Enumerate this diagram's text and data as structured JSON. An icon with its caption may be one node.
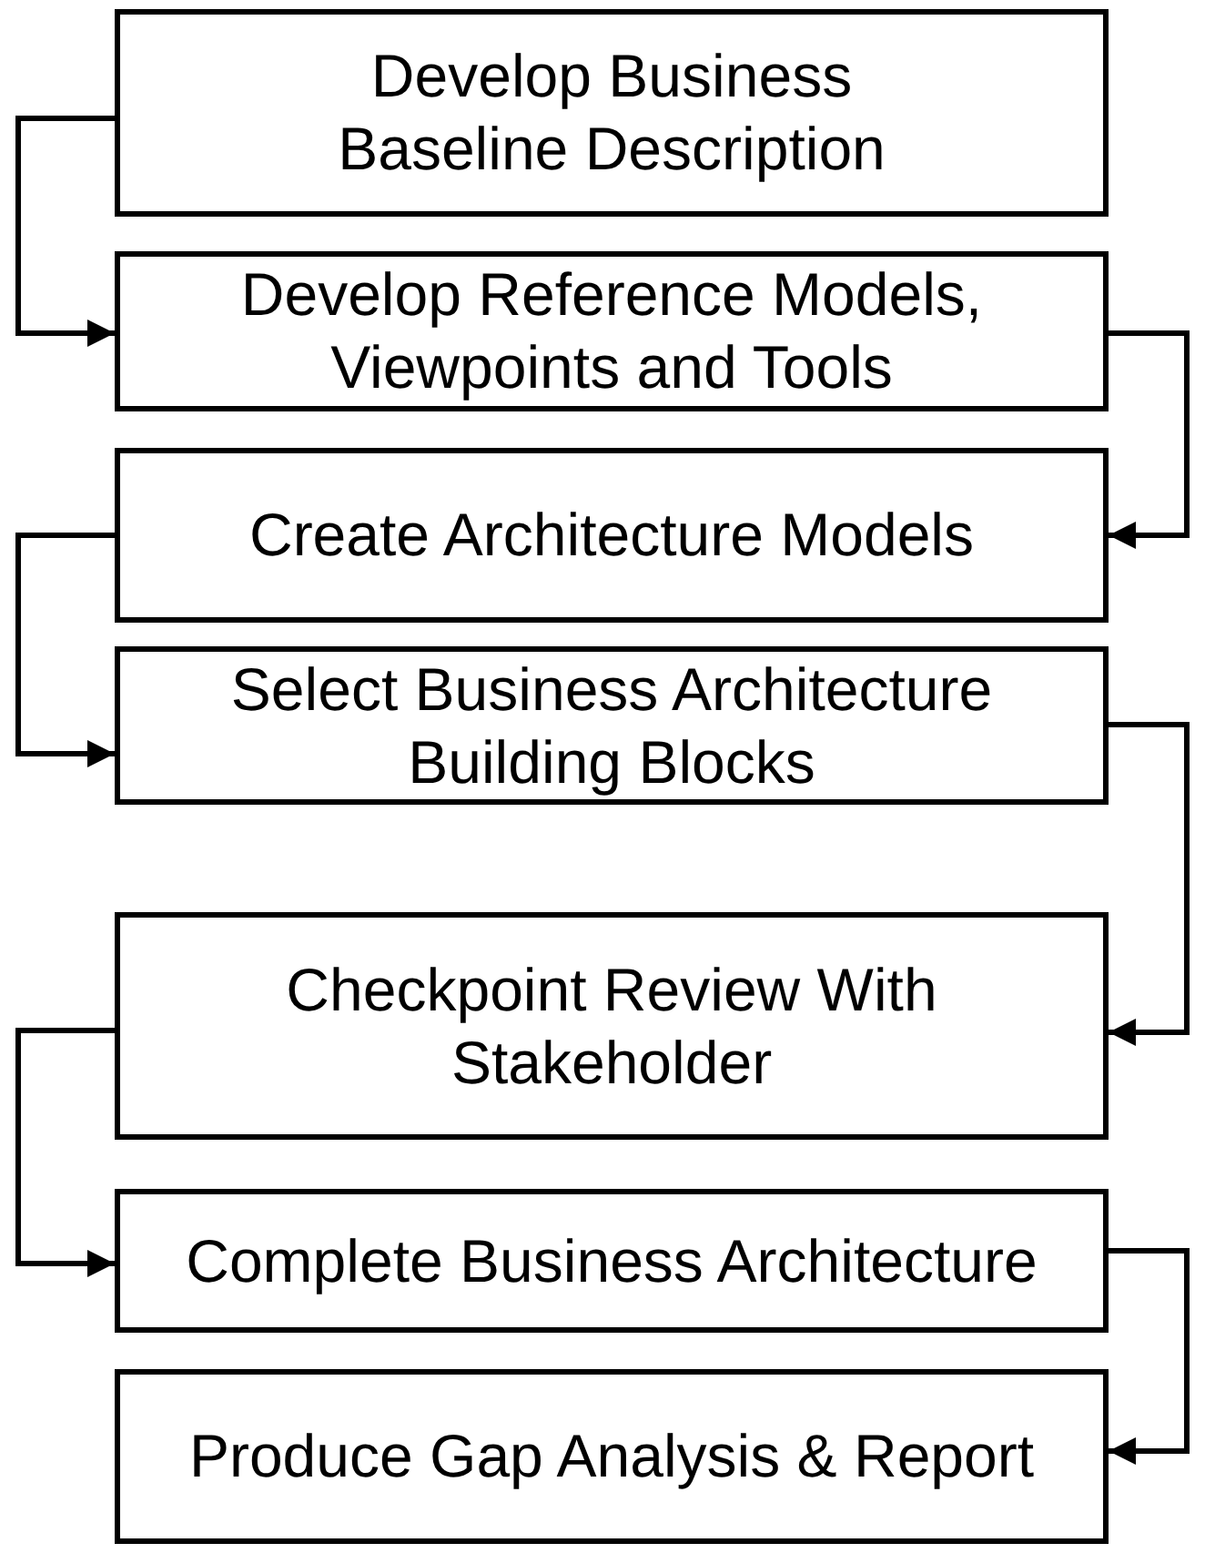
{
  "diagram": {
    "nodes": [
      {
        "text": [
          "Develop Business Baseline Description"
        ]
      },
      {
        "text": [
          "Develop Reference Models, Viewpoints and Tools"
        ]
      },
      {
        "text": [
          "Create Architecture Models"
        ]
      },
      {
        "text": [
          "Select Business Architecture Building Blocks"
        ]
      },
      {
        "text": [
          "Checkpoint Review With Stakeholder"
        ]
      },
      {
        "text": [
          "Complete Business Architecture"
        ]
      },
      {
        "text": [
          "Produce Gap Analysis & Report"
        ]
      }
    ],
    "edges": [
      {
        "from": 0,
        "to": 1,
        "arrow": "to"
      },
      {
        "from": 1,
        "to": 2,
        "arrow": "to"
      },
      {
        "from": 2,
        "to": 3,
        "arrow": "to"
      },
      {
        "from": 3,
        "to": 4,
        "arrow": "to"
      },
      {
        "from": 4,
        "to": 5,
        "arrow": "to"
      },
      {
        "from": 5,
        "to": 6,
        "arrow": "to"
      }
    ]
  }
}
